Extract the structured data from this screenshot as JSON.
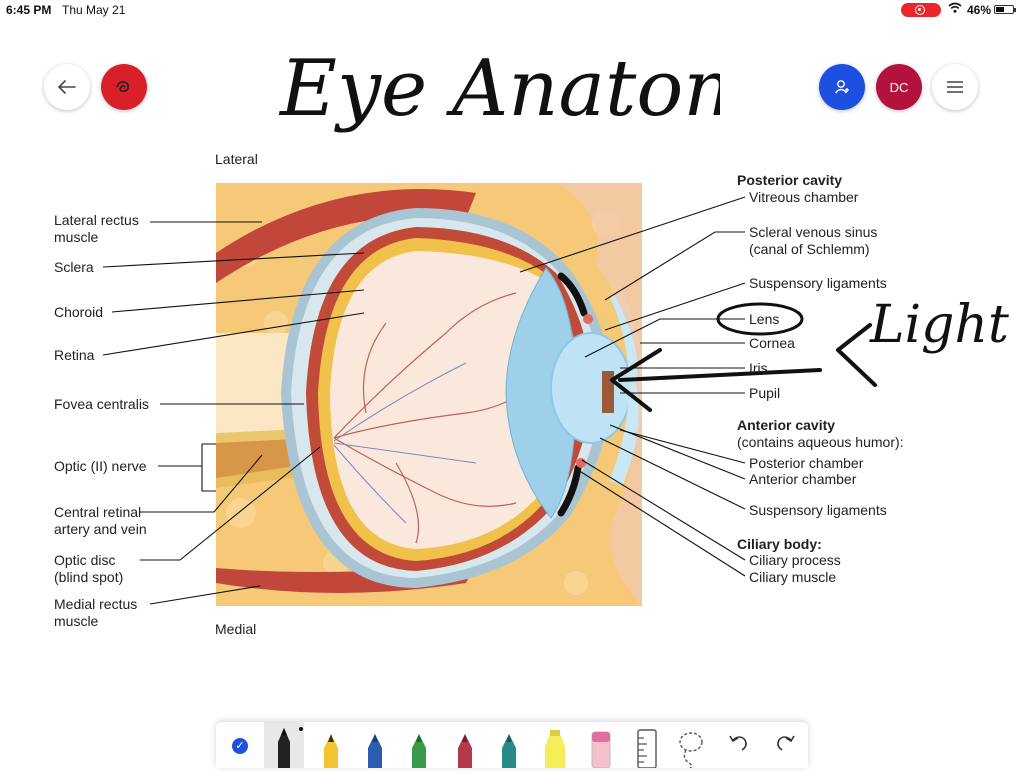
{
  "status_bar": {
    "time": "6:45 PM",
    "date": "Thu May 21",
    "battery": "46%"
  },
  "header": {
    "title": "Eye Anatomy",
    "avatar_initials": "DC"
  },
  "annotation": {
    "light_text": "Light"
  },
  "diagram": {
    "orientation_top": "Lateral",
    "orientation_bottom": "Medial",
    "left_labels": [
      "Lateral rectus\nmuscle",
      "Sclera",
      "Choroid",
      "Retina",
      "Fovea centralis",
      "Optic (II) nerve",
      "Central retinal\nartery and vein",
      "Optic disc\n(blind spot)",
      "Medial rectus\nmuscle"
    ],
    "right_labels": {
      "posterior_cavity_heading": "Posterior cavity",
      "vitreous_chamber": "Vitreous chamber",
      "scleral_venous_sinus": "Scleral venous sinus\n(canal of Schlemm)",
      "suspensory_ligaments_upper": "Suspensory ligaments",
      "lens": "Lens",
      "cornea": "Cornea",
      "iris": "Iris",
      "pupil": "Pupil",
      "anterior_cavity_heading": "Anterior cavity",
      "anterior_cavity_note": "(contains aqueous humor):",
      "posterior_chamber": "Posterior chamber",
      "anterior_chamber": "Anterior chamber",
      "suspensory_ligaments_lower": "Suspensory ligaments",
      "ciliary_body_heading": "Ciliary body:",
      "ciliary_process": "Ciliary process",
      "ciliary_muscle": "Ciliary muscle"
    }
  },
  "colors": {
    "brand_blue": "#1d4fe0",
    "record_red": "#d9202a",
    "avatar_maroon": "#b3123e",
    "fat_yellow": "#f6c978",
    "muscle_red": "#c0473a",
    "cornea_blue": "#bfe3f5"
  },
  "icons": {
    "back": "arrow-left-icon",
    "stop": "record-icon",
    "invite": "add-user-icon",
    "menu": "hamburger-icon",
    "tools": [
      "checkmark-icon",
      "pen-black-icon",
      "pencil-yellow-icon",
      "pen-blue-icon",
      "pen-green-icon",
      "pen-red-icon",
      "pen-teal-icon",
      "highlighter-yellow-icon",
      "eraser-pink-icon",
      "ruler-icon",
      "lasso-icon",
      "undo-icon",
      "redo-icon"
    ]
  }
}
